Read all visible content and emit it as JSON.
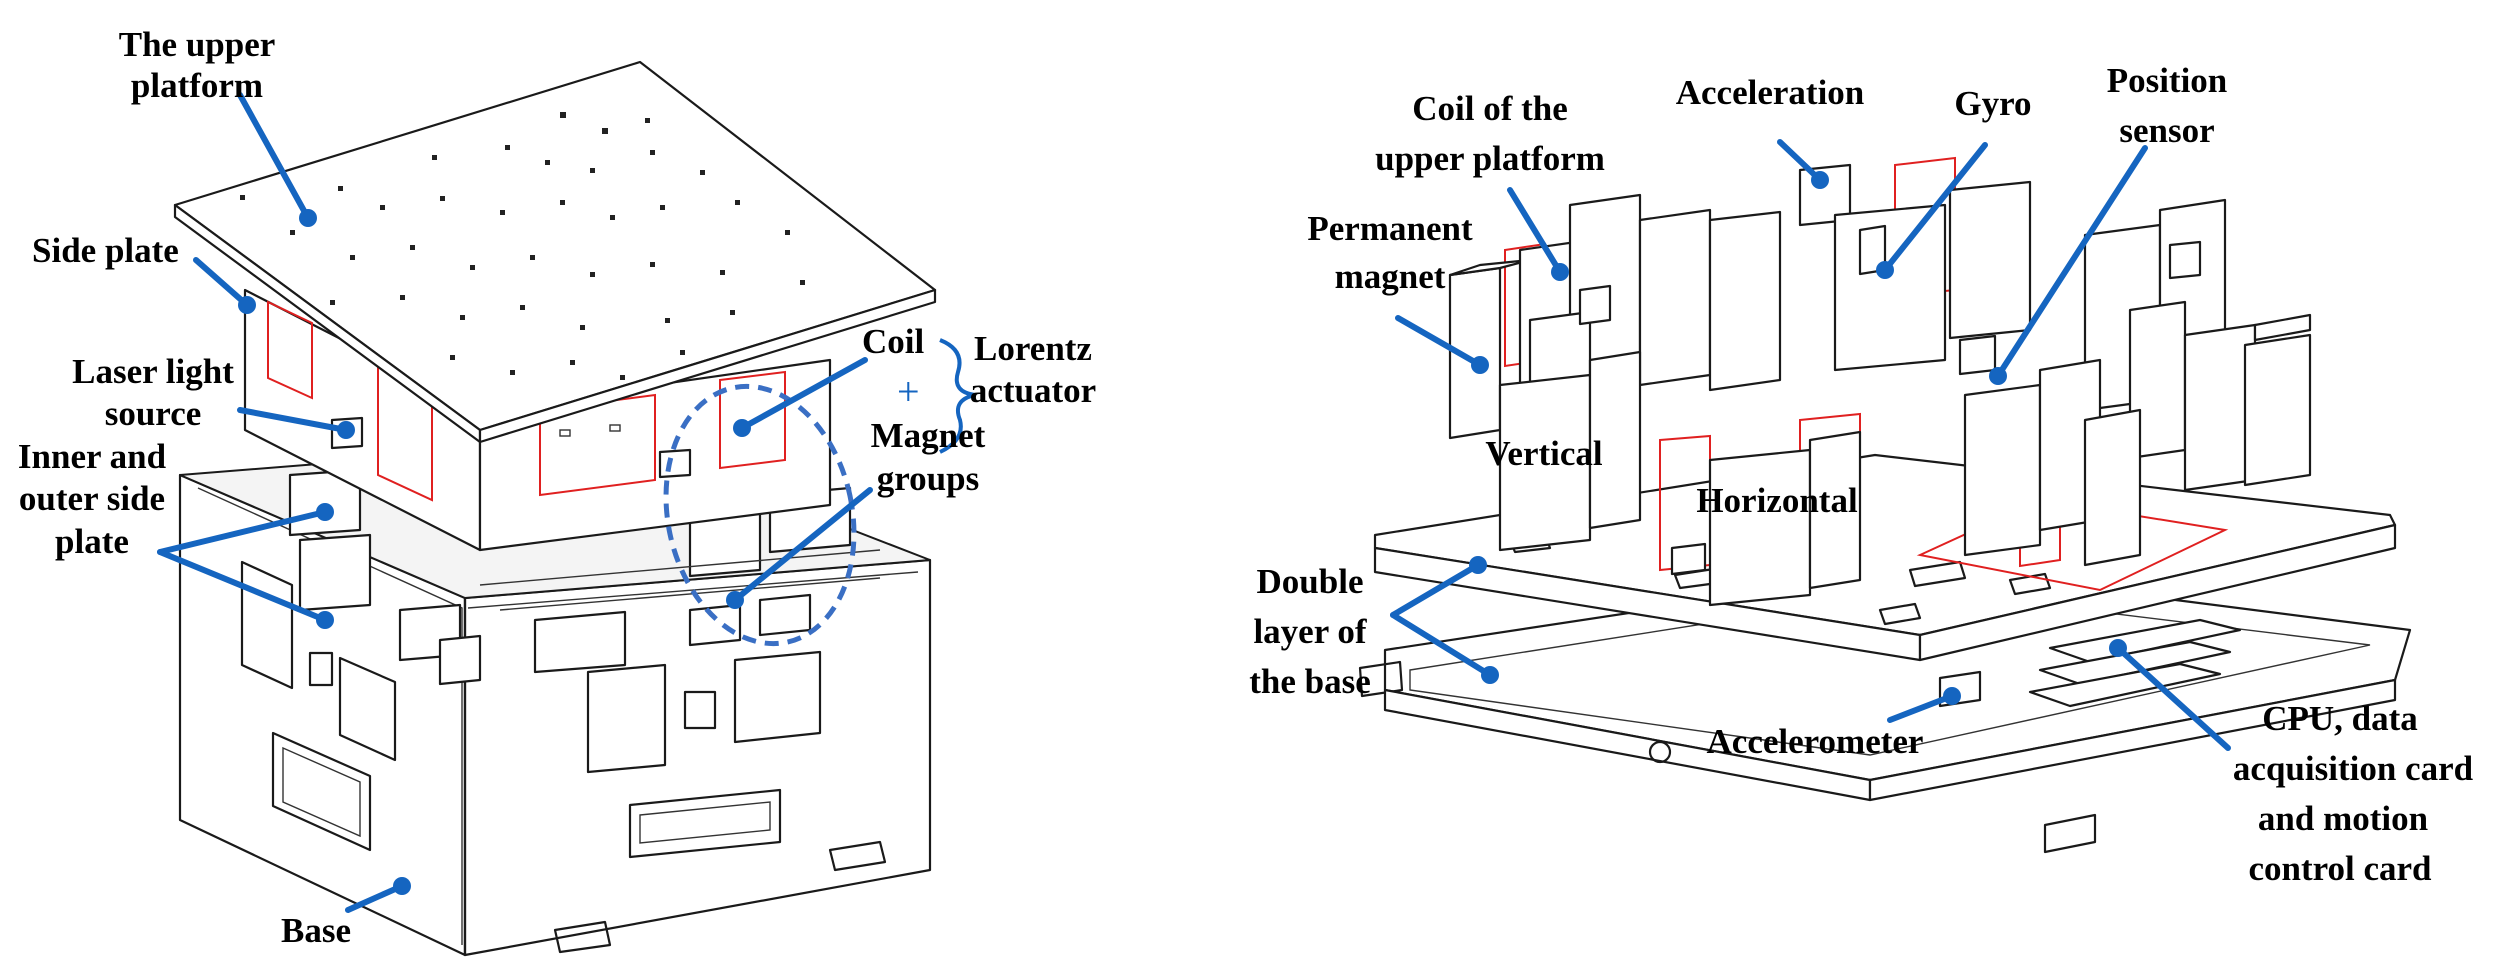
{
  "colors": {
    "leader": "#1565c0",
    "line_art": "#1a1a1a",
    "coil": "#e02020",
    "ellipse": "#3a6fc4"
  },
  "left_figure": {
    "labels": {
      "upper_platform_1": "The upper",
      "upper_platform_2": "platform",
      "side_plate": "Side plate",
      "laser_1": "Laser light",
      "laser_2": "source",
      "inner_outer_1": "Inner and",
      "inner_outer_2": "outer side",
      "inner_outer_3": "plate",
      "coil": "Coil",
      "plus": "+",
      "lorentz_1": "Lorentz",
      "lorentz_2": "actuator",
      "magnet_1": "Magnet",
      "magnet_2": "groups",
      "base": "Base"
    }
  },
  "right_figure": {
    "labels": {
      "coil_upper_1": "Coil of the",
      "coil_upper_2": "upper platform",
      "acceleration": "Acceleration",
      "gyro": "Gyro",
      "position_1": "Position",
      "position_2": "sensor",
      "permanent_1": "Permanent",
      "permanent_2": "magnet",
      "vertical": "Vertical",
      "horizontal": "Horizontal",
      "double_1": "Double",
      "double_2": "layer of",
      "double_3": "the base",
      "accelerometer": "Accelerometer",
      "cpu_1": "CPU, data",
      "cpu_2": "acquisition card",
      "cpu_3": "and motion",
      "cpu_4": "control card"
    }
  }
}
